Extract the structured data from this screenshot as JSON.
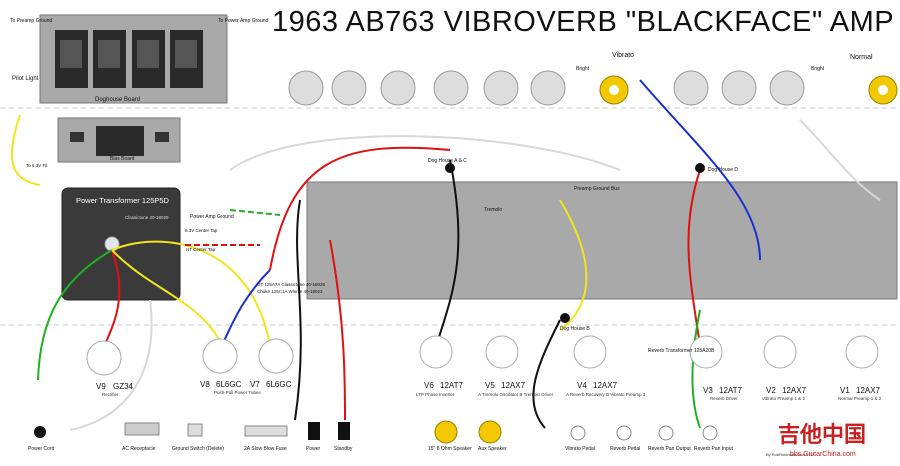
{
  "title": "1963 AB763 VIBROVERB \"BLACKFACE\" AMP",
  "labels": {
    "to_preamp_ground": "To Preamp Ground",
    "to_power_amp_ground": "To Power Amp Ground",
    "doghouse_board": "Doghouse Board",
    "pilot_light": "Pilot Light",
    "to_6v_filament": "To 6.3V Fil.",
    "bias_board": "Bias Board",
    "transformer_title": "Power Transformer 125P5D",
    "transformer_model": "Classictone 40-18029",
    "power_amp_ground": "Power Amp Ground",
    "tap_63_center": "6.3V Center Tap",
    "ht_center_tap": "HT Center Tap",
    "output_transformer": "OT 125A7A Classictone 40-18026",
    "choke": "Choke 125C1A Winnie 40-18023",
    "preamp_ground_bus": "Preamp Ground Bus",
    "doghouse_ab": "Dog House A & C",
    "doghouse_d": "Dog House D",
    "doghouse_b": "Dog House B",
    "tremolo": "Tremolo",
    "vibrato": "Vibrato",
    "normal": "Normal",
    "bright": "Bright",
    "reverb_transformer": "Reverb Transformer 125A20B",
    "footer_credit": "By RobRobinette.com  V2.2",
    "watermark_cn": "吉他中国",
    "watermark_url": "bbs.GuitarChina.com"
  },
  "tubes": [
    {
      "pos": "V9",
      "type": "GZ34",
      "role": "Rectifier"
    },
    {
      "pos": "V8",
      "type": "6L6GC",
      "role": "Push-Pull Power Tubes"
    },
    {
      "pos": "V7",
      "type": "6L6GC",
      "role": ""
    },
    {
      "pos": "V6",
      "type": "12AT7",
      "role": "LTP Phase Inverter"
    },
    {
      "pos": "V5",
      "type": "12AX7",
      "role": "A Tremolo Oscillator  B Tremolo Driver"
    },
    {
      "pos": "V4",
      "type": "12AX7",
      "role": "A Reverb Recovery  B Vibrato Preamp 3"
    },
    {
      "pos": "V3",
      "type": "12AT7",
      "role": "Reverb Driver"
    },
    {
      "pos": "V2",
      "type": "12AX7",
      "role": "Vibrato Preamp 1 & 2"
    },
    {
      "pos": "V1",
      "type": "12AX7",
      "role": "Normal Preamp 1 & 2"
    }
  ],
  "jacks": [
    {
      "name": "Power Cord"
    },
    {
      "name": "AC Receptacle"
    },
    {
      "name": "Ground Switch (Delete)"
    },
    {
      "name": "2A Slow Blow Fuse"
    },
    {
      "name": "Power"
    },
    {
      "name": "Standby"
    },
    {
      "name": "15\" 8 Ohm Speaker"
    },
    {
      "name": "Aux Speaker"
    },
    {
      "name": "Vibrato Pedal"
    },
    {
      "name": "Reverb Pedal"
    },
    {
      "name": "Reverb Pan Output"
    },
    {
      "name": "Reverb Pan Input"
    }
  ],
  "colors": {
    "board": "#a9a9a9",
    "wire_red": "#e01010",
    "wire_yellow": "#f2e51c",
    "wire_blue": "#1a2fd0",
    "wire_green": "#20b020",
    "wire_black": "#111111",
    "wire_white": "#d8d8d8",
    "wire_brown": "#7a4a1a",
    "cap_yellow": "#e8c200",
    "resistor": "#c8a060"
  }
}
